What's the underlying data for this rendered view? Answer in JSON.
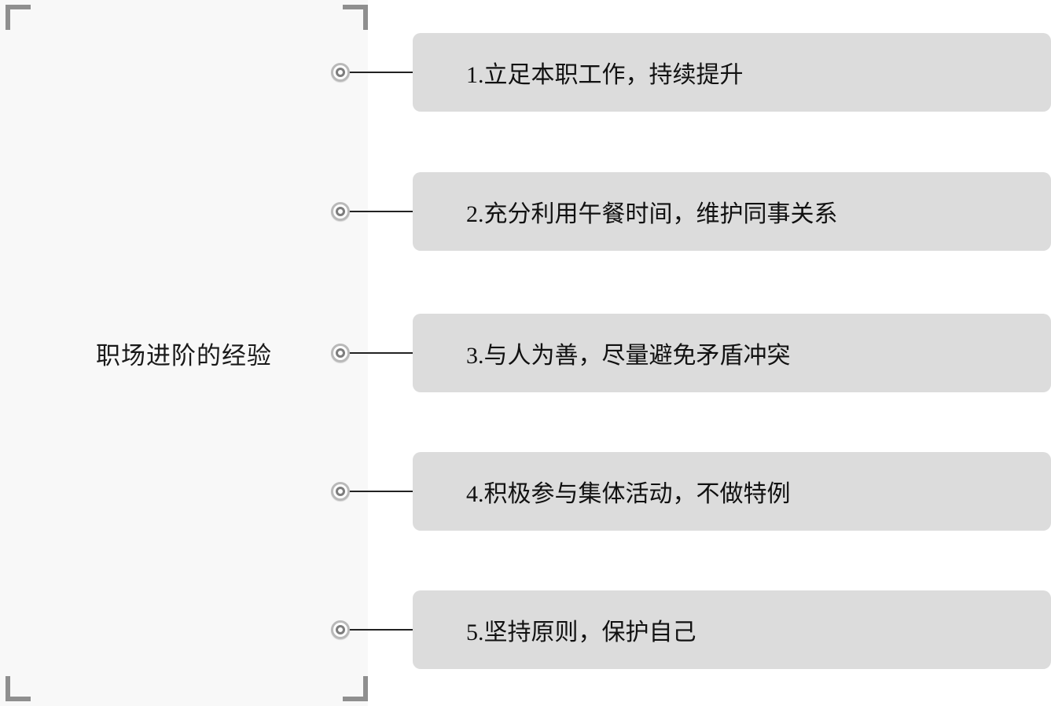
{
  "title": "职场进阶的经验",
  "items": [
    {
      "label": "1.立足本职工作，持续提升"
    },
    {
      "label": "2.充分利用午餐时间，维护同事关系"
    },
    {
      "label": "3.与人为善，尽量避免矛盾冲突"
    },
    {
      "label": "4.积极参与集体活动，不做特例"
    },
    {
      "label": "5.坚持原则，保护自己"
    }
  ],
  "colors": {
    "panel_background": "#f8f8f8",
    "item_box_background": "#dcdcdc",
    "connector_line": "#222222",
    "grommet_outer_ring": "#b9b9b9",
    "grommet_inner_ring": "#7d7d7d",
    "corner_bracket": "#8f8f8f",
    "text": "#111111"
  }
}
